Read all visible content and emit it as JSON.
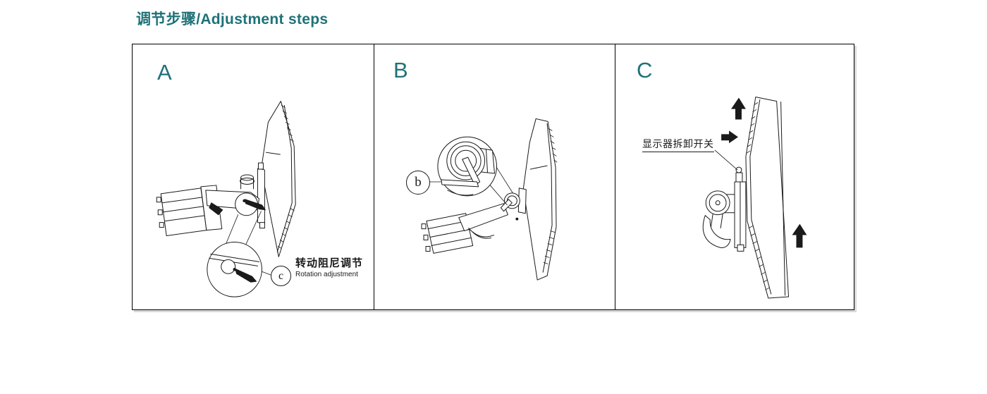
{
  "page": {
    "title": "调节步骤/Adjustment steps"
  },
  "colors": {
    "accent": "#1E7278",
    "line": "#1A1A1A"
  },
  "panels": [
    {
      "id": "A",
      "label": "A",
      "callout": {
        "badge": "c",
        "text_zh": "转动阻尼调节",
        "text_en": "Rotation adjustment"
      },
      "illustration": "monitor-arm-rear-view-with-rotation-damper-magnifier"
    },
    {
      "id": "B",
      "label": "B",
      "callout": {
        "badge": "b"
      },
      "illustration": "monitor-arm-tilted-view-with-knob-magnifier"
    },
    {
      "id": "C",
      "label": "C",
      "annotation": {
        "text": "显示器拆卸开关"
      },
      "icons": [
        "up-arrow",
        "right-arrow",
        "up-arrow"
      ],
      "illustration": "monitor-side-view-detach-direction"
    }
  ]
}
